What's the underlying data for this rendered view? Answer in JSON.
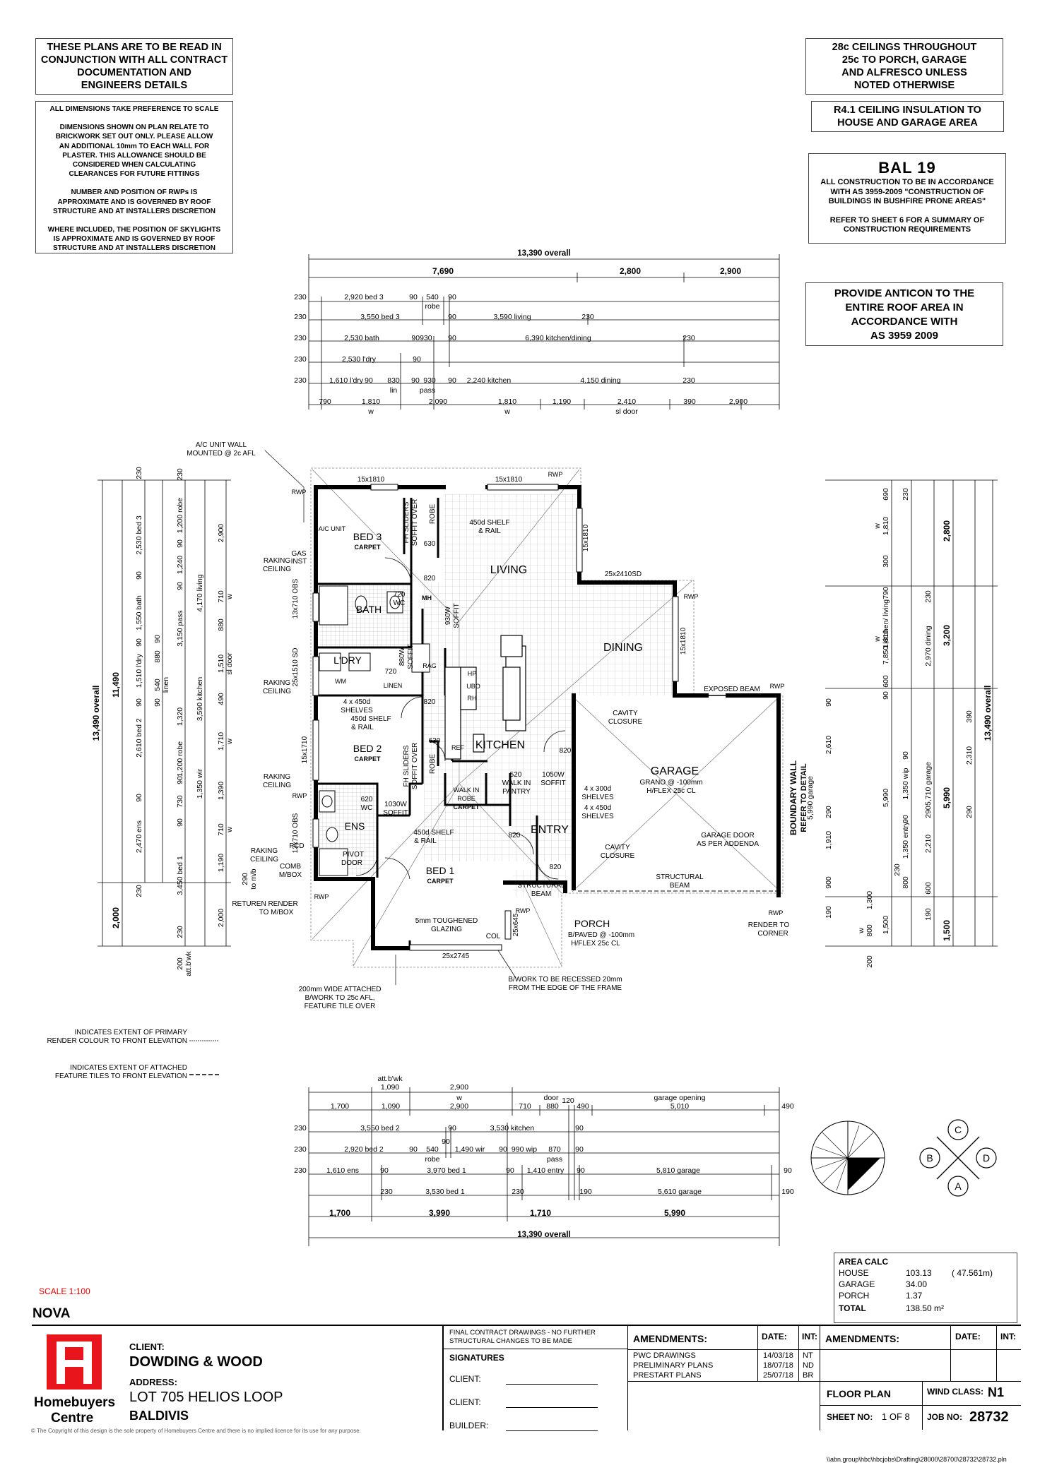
{
  "notes": {
    "top_left_header": [
      "THESE PLANS ARE TO BE READ IN",
      "CONJUNCTION WITH ALL CONTRACT",
      "DOCUMENTATION AND",
      "ENGINEERS DETAILS"
    ],
    "top_left_body": [
      "ALL DIMENSIONS TAKE PREFERENCE TO SCALE",
      "",
      "DIMENSIONS SHOWN ON PLAN RELATE TO",
      "BRICKWORK SET OUT ONLY. PLEASE ALLOW",
      "AN ADDITIONAL 10mm TO EACH WALL FOR",
      "PLASTER. THIS ALLOWANCE SHOULD BE",
      "CONSIDERED WHEN CALCULATING",
      "CLEARANCES FOR FUTURE FITTINGS",
      "",
      "NUMBER AND POSITION OF RWPs IS",
      "APPROXIMATE AND IS GOVERNED BY ROOF",
      "STRUCTURE AND AT INSTALLERS DISCRETION",
      "",
      "WHERE INCLUDED, THE POSITION OF SKYLIGHTS",
      "IS APPROXIMATE AND IS GOVERNED BY ROOF",
      "STRUCTURE AND AT INSTALLERS DISCRETION"
    ],
    "ceilings": [
      "28c CEILINGS THROUGHOUT",
      "25c TO PORCH, GARAGE",
      "AND ALFRESCO UNLESS",
      "NOTED OTHERWISE"
    ],
    "insulation": [
      "R4.1 CEILING INSULATION TO",
      "HOUSE AND GARAGE AREA"
    ],
    "bal_title": "BAL 19",
    "bal_body": [
      "ALL CONSTRUCTION TO BE IN ACCORDANCE",
      "WITH AS 3959-2009 \"CONSTRUCTION OF",
      "BUILDINGS IN BUSHFIRE PRONE AREAS\"",
      "",
      "REFER TO SHEET 6 FOR A SUMMARY OF",
      "CONSTRUCTION REQUIREMENTS"
    ],
    "anticon": [
      "PROVIDE ANTICON TO THE",
      "ENTIRE ROOF AREA IN",
      "ACCORDANCE WITH",
      "AS 3959 2009"
    ]
  },
  "top_dims": {
    "overall": "13,390 overall",
    "row1": [
      "7,690",
      "2,800",
      "2,900"
    ],
    "row2": [
      "230",
      "2,920 bed 3",
      "90",
      "540",
      "90",
      "robe"
    ],
    "row3": [
      "230",
      "3,550 bed 3",
      "90",
      "3,590 living",
      "230"
    ],
    "row4": [
      "230",
      "2,530 bath",
      "90930",
      "90",
      "6,390 kitchen/dining",
      "230"
    ],
    "row5": [
      "230",
      "2,530 l'dry",
      "90"
    ],
    "row6": [
      "230",
      "1,610 l'dry",
      "90",
      "830",
      "lin",
      "90",
      "930",
      "pass",
      "90",
      "2,240 kitchen",
      "4,150 dining",
      "230"
    ],
    "row7": [
      "790",
      "1,810",
      "w",
      "2,090",
      "1,810",
      "w",
      "1,190",
      "2,410",
      "sl door",
      "390",
      "2,900"
    ]
  },
  "bottom_dims": {
    "row0": [
      "att.b'wk",
      "1,090",
      "2,900",
      "w",
      "door",
      "120",
      "garage opening"
    ],
    "row1": [
      "1,700",
      "1,090",
      "2,900",
      "710",
      "880",
      "490",
      "5,010",
      "490"
    ],
    "row2": [
      "230",
      "3,550 bed 2",
      "90",
      "3,530 kitchen",
      "90"
    ],
    "row3": [
      "230",
      "2,920 bed 2",
      "90",
      "540",
      "90",
      "1,490 wir",
      "90",
      "990 wip",
      "870",
      "90",
      "robe",
      "pass"
    ],
    "row4": [
      "230",
      "1,610 ens",
      "90",
      "3,970 bed 1",
      "90",
      "1,410 entry",
      "90",
      "5,810 garage",
      "90"
    ],
    "row5": [
      "230",
      "3,530 bed 1",
      "230",
      "190",
      "5,610 garage",
      "190"
    ],
    "row6": [
      "1,700",
      "3,990",
      "1,710",
      "5,990"
    ],
    "overall": "13,390 overall"
  },
  "left_dims": {
    "overall": "13,490 overall",
    "sub": "11,490",
    "sub2": "2,000",
    "col_a": [
      "230",
      "2,530 bed 3",
      "90",
      "1,550 bath",
      "90",
      "1,510 l'dry",
      "90",
      "2,610 bed 2",
      "90",
      "2,470 ens",
      "230"
    ],
    "col_b": [
      "90",
      "880",
      "540",
      "linen",
      "90",
      "1,320",
      "730",
      "3,450 bed 1",
      "200",
      "att.b'wk",
      "230"
    ],
    "col_c": [
      "230",
      "1,200 robe",
      "90",
      "1,240",
      "90",
      "4,170 living",
      "3,150 pass",
      "3,590 kitchen",
      "1,200 robe",
      "90",
      "1,350 wir",
      "90"
    ],
    "col_d": [
      "2,900",
      "710",
      "w",
      "880",
      "1,510",
      "sl door",
      "490",
      "1,710",
      "w",
      "1,390",
      "710",
      "w",
      "1,190",
      "290",
      "to m/b",
      "2,000"
    ]
  },
  "right_dims": {
    "overall": "13,490 overall",
    "col_a": [
      "690",
      "1,810",
      "w",
      "300",
      "790",
      "1,810",
      "w",
      "600",
      "90",
      "5,990",
      "90",
      "1,350 wip",
      "90",
      "1,350 entry",
      "230",
      "800",
      "1,500"
    ],
    "col_b": [
      "230",
      "7,850 kitchen/ living",
      "230",
      "2,970 dining",
      "5,710 garage",
      "290",
      "2,210",
      "600",
      "190"
    ],
    "col_c": [
      "2,800",
      "3,200",
      "5,990",
      "1,500"
    ],
    "col_d": [
      "90",
      "2,610",
      "290",
      "1,910",
      "900",
      "190",
      "200",
      "800",
      "w",
      "1,300"
    ],
    "col_e": [
      "390",
      "2,310",
      "290",
      "5,990 garage"
    ]
  },
  "plan": {
    "rooms": [
      {
        "name": "BED 3",
        "sub": "CARPET"
      },
      {
        "name": "LIVING",
        "sub": ""
      },
      {
        "name": "DINING",
        "sub": ""
      },
      {
        "name": "BATH",
        "sub": ""
      },
      {
        "name": "L'DRY",
        "sub": ""
      },
      {
        "name": "BED 2",
        "sub": "CARPET"
      },
      {
        "name": "KITCHEN",
        "sub": ""
      },
      {
        "name": "GARAGE",
        "sub": ""
      },
      {
        "name": "ENS",
        "sub": ""
      },
      {
        "name": "ENTRY",
        "sub": ""
      },
      {
        "name": "BED 1",
        "sub": "CARPET"
      },
      {
        "name": "PORCH",
        "sub": ""
      }
    ],
    "labels": {
      "ac": [
        "A/C UNIT WALL",
        "MOUNTED @ 2c AFL"
      ],
      "ac_unit": "A/C UNIT",
      "gas": [
        "GAS",
        "INST"
      ],
      "raking1": [
        "RAKING",
        "CEILING"
      ],
      "raking2": [
        "RAKING",
        "CEILING"
      ],
      "raking3": [
        "RAKING",
        "CEILING"
      ],
      "raking4": [
        "RAKING",
        "CEILING"
      ],
      "win_bed3": "15x1810",
      "win_living": "15x1810",
      "win_living_side": "15x1810",
      "sd_dining": "25x2410SD",
      "win_dining": "15x1810",
      "win_bath": "13x710 OBS",
      "win_ldry": "25x1510 SD",
      "win_bed2": "15x1710",
      "win_ens": "13x710 OBS",
      "win_bed1": "25x2745",
      "win_porch": "25x645",
      "rwp": "RWP",
      "fh_sliders": [
        "FH SLIDERS",
        "SOFFIT OVER"
      ],
      "robe": "ROBE",
      "shelf_rail_living": [
        "450d SHELF",
        "& RAIL"
      ],
      "d630": "630",
      "d820": "820",
      "d720": "720",
      "wc": "WC",
      "mh": "MH",
      "soffit_930": [
        "930W",
        "SOFFIT"
      ],
      "soffit_880": [
        "880W",
        "SOFFIT"
      ],
      "rag": "RAG",
      "wm": "WM",
      "linen": "LINEN",
      "hp": "HP",
      "ubo": "UBO",
      "rh": "RH",
      "shelves_bed2": [
        "4 x 450d",
        "SHELVES",
        "450d SHELF",
        "& RAIL"
      ],
      "ref": "REF",
      "wir": [
        "WALK IN",
        "ROBE"
      ],
      "carpet": "CARPET",
      "pantry": [
        "520",
        "WALK IN",
        "PANTRY"
      ],
      "soffit_1050": [
        "1050W",
        "SOFFIT"
      ],
      "soffit_1030": [
        "1030W",
        "SOFFIT"
      ],
      "d620": "620",
      "exposed_beam": "EXPOSED BEAM",
      "cavity1": [
        "CAVITY",
        "CLOSURE"
      ],
      "cavity2": [
        "CAVITY",
        "CLOSURE"
      ],
      "garage_floor": [
        "GRANO @ -100mm",
        "H/FLEX 25c CL"
      ],
      "garage_shelves": [
        "4 x 300d",
        "SHELVES",
        "4 x 450d",
        "SHELVES"
      ],
      "garage_door": [
        "GARAGE DOOR",
        "AS PER ADDENDA"
      ],
      "struct_beam1": [
        "STRUCTURAL",
        "BEAM"
      ],
      "struct_beam2": [
        "STRUCTURAL",
        "BEAM"
      ],
      "boundary": [
        "BOUNDARY WALL",
        "REFER TO DETAIL"
      ],
      "render_corner": [
        "RENDER TO",
        "CORNER"
      ],
      "pcd": "PCD",
      "pivot": [
        "PIVOT",
        "DOOR"
      ],
      "comb": [
        "COMB",
        "M/BOX"
      ],
      "returen": [
        "RETUREN RENDER",
        "TO M/BOX"
      ],
      "shelf_bed1": [
        "450d SHELF",
        "& RAIL"
      ],
      "glazing": [
        "5mm TOUGHENED",
        "GLAZING"
      ],
      "col": "COL",
      "porch_floor": [
        "B/PAVED @ -100mm",
        "H/FLEX 25c CL"
      ],
      "feature_tile": [
        "200mm WIDE ATTACHED",
        "B/WORK TO 25c AFL,",
        "FEATURE TILE OVER"
      ],
      "recessed": [
        "B/WORK TO BE RECESSED 20mm",
        "FROM THE EDGE OF THE FRAME"
      ]
    }
  },
  "legend": {
    "primary": [
      "INDICATES EXTENT OF PRIMARY",
      "RENDER COLOUR TO FRONT ELEVATION"
    ],
    "feature": [
      "INDICATES EXTENT OF ATTACHED",
      "FEATURE TILES TO FRONT ELEVATION"
    ]
  },
  "compass": {
    "c": "C",
    "b": "B",
    "d": "D",
    "a": "A"
  },
  "area": {
    "title": "AREA CALC",
    "rows": [
      {
        "label": "HOUSE",
        "value": "103.13",
        "extra": "( 47.561m)"
      },
      {
        "label": "GARAGE",
        "value": "34.00",
        "extra": ""
      },
      {
        "label": "PORCH",
        "value": "1.37",
        "extra": ""
      }
    ],
    "total_label": "TOTAL",
    "total_value": "138.50 m²"
  },
  "scale": "SCALE 1:100",
  "design": "NOVA",
  "brand": [
    "Homebuyers",
    "Centre"
  ],
  "client": {
    "label": "CLIENT:",
    "value": "DOWDING & WOOD",
    "addr_label": "ADDRESS:",
    "addr1": "LOT 705 HELIOS LOOP",
    "addr2": "BALDIVIS"
  },
  "copyright": "© The Copyright of this design is the sole property of Homebuyers Centre and there is no implied licence for its use for any purpose.",
  "final": [
    "FINAL CONTRACT DRAWINGS - NO FURTHER",
    "STRUCTURAL CHANGES TO BE MADE"
  ],
  "signatures": {
    "title": "SIGNATURES",
    "lines": [
      "CLIENT:",
      "CLIENT:",
      "BUILDER:"
    ]
  },
  "amend_headers": {
    "amend": "AMENDMENTS:",
    "date": "DATE:",
    "int": "INT:"
  },
  "amendments": [
    {
      "desc": "PWC DRAWINGS",
      "date": "14/03/18",
      "int": "NT"
    },
    {
      "desc": "PRELIMINARY PLANS",
      "date": "18/07/18",
      "int": "ND"
    },
    {
      "desc": "PRESTART PLANS",
      "date": "25/07/18",
      "int": "BR"
    }
  ],
  "sheet": {
    "title": "FLOOR PLAN",
    "wind_label": "WIND CLASS:",
    "wind": "N1",
    "sheet_label": "SHEET NO:",
    "sheet_no": "1 OF 8",
    "job_label": "JOB NO:",
    "job_no": "28732"
  },
  "file_path": "\\\\abn.group\\hbc\\hbcjobs\\Drafting\\28000\\28700\\28732\\28732.pln"
}
